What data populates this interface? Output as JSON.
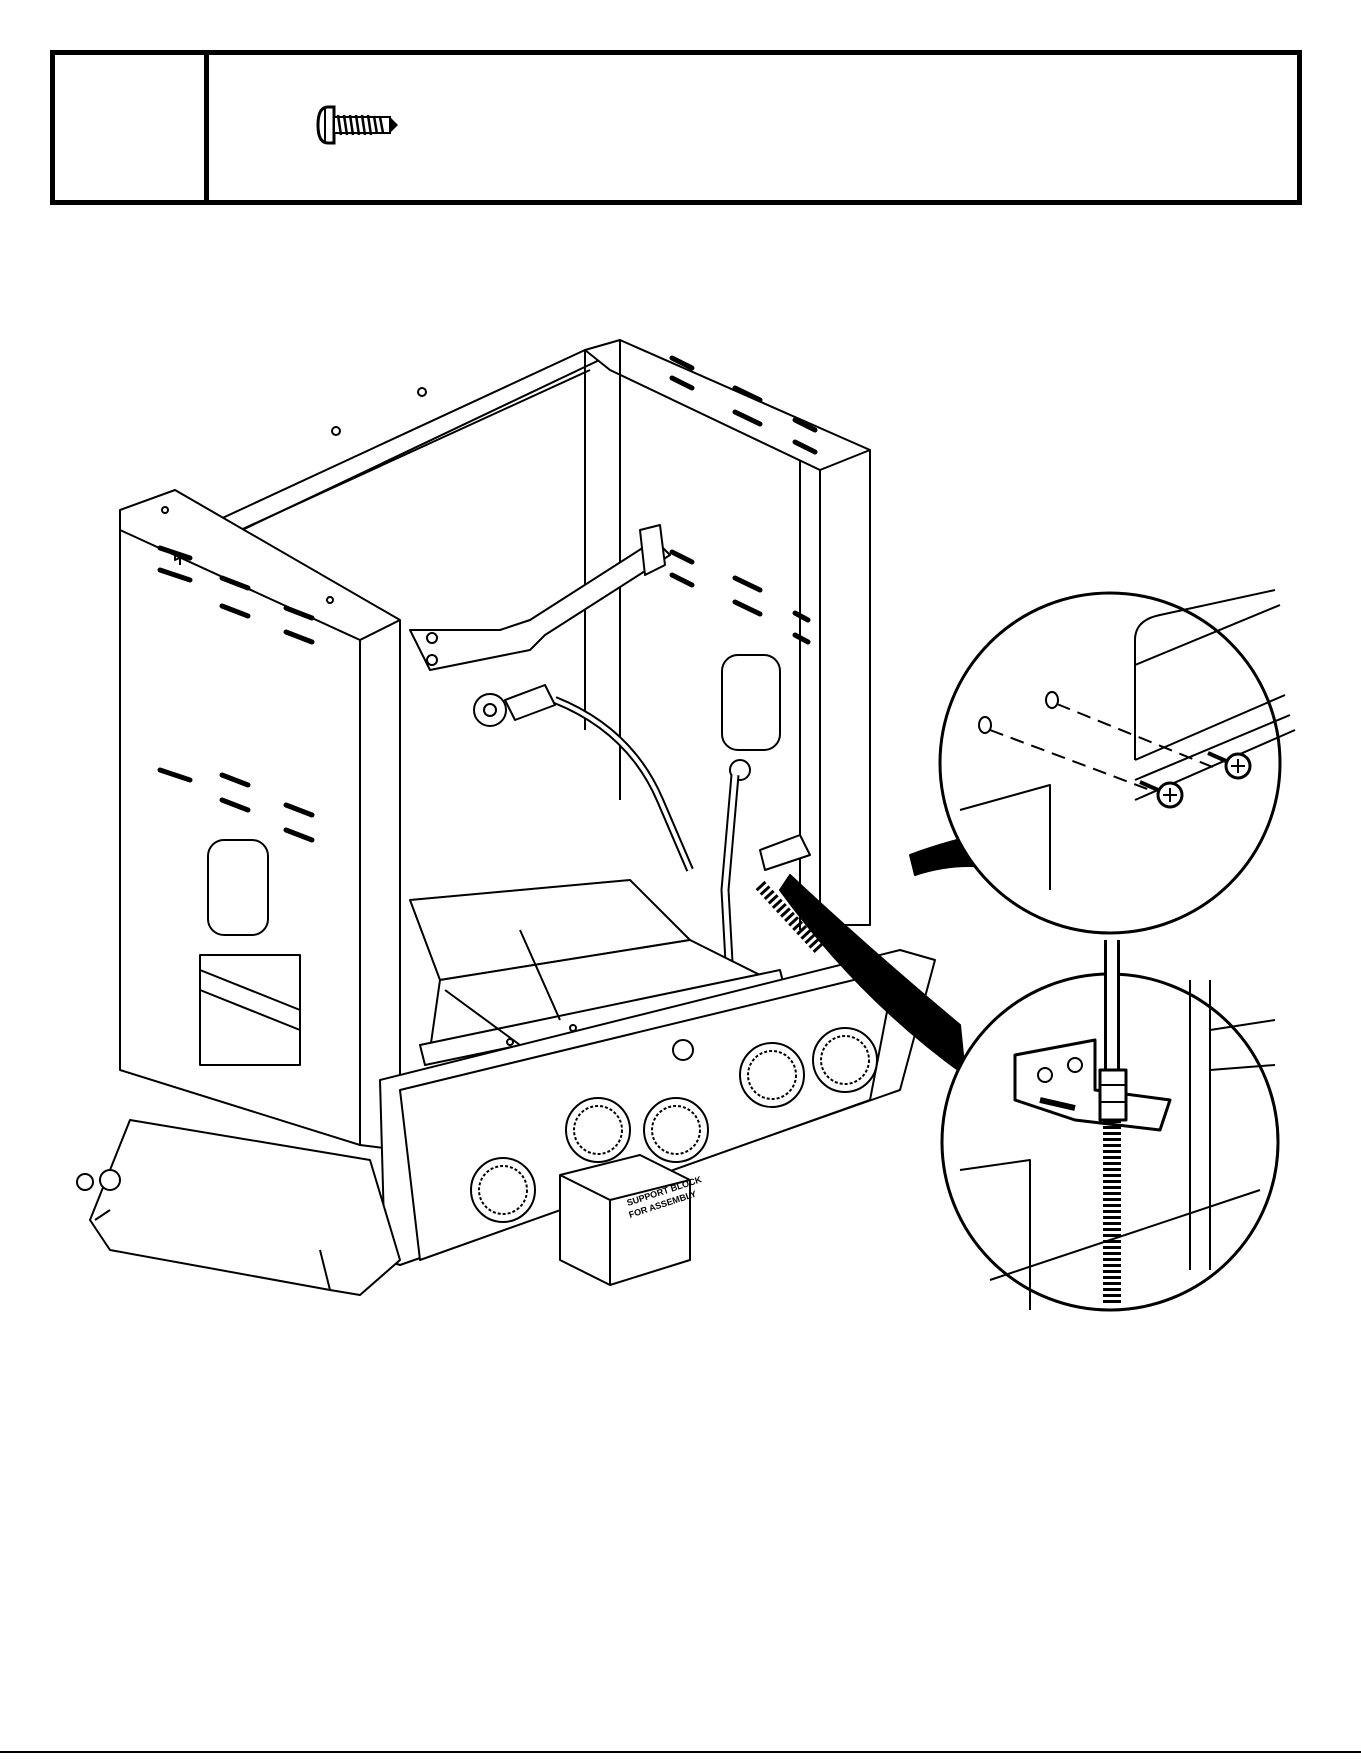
{
  "hardware_box": {
    "step_number": "",
    "part_icon": "screw-icon",
    "part_label": ""
  },
  "illustration": {
    "support_block_label_line1": "SUPPORT BLOCK",
    "support_block_label_line2": "FOR ASSEMBLY",
    "detail_callouts": [
      "screw-detail-callout",
      "gas-hose-bracket-callout"
    ]
  }
}
